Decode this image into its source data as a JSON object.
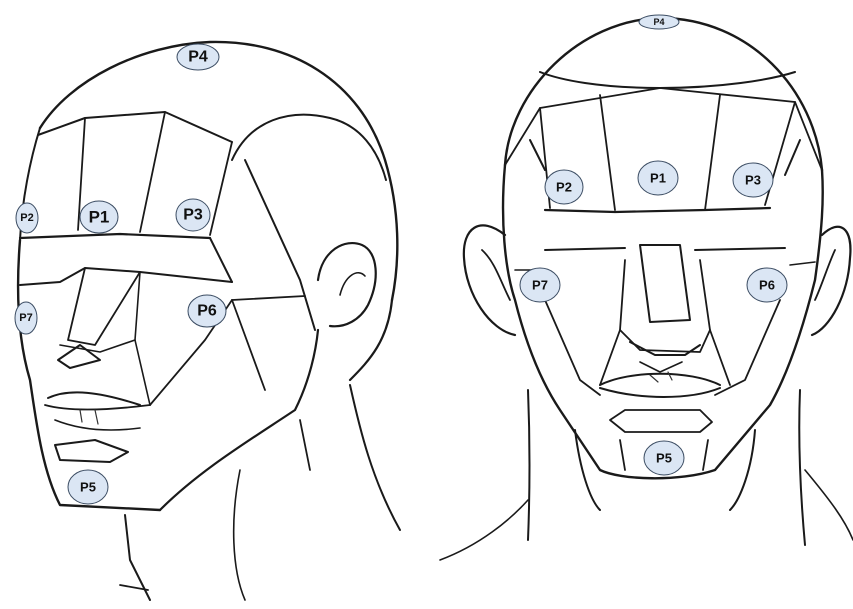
{
  "colors": {
    "background": "#ffffff",
    "line": "#1a1a1a",
    "marker_fill": "#dbe6f4",
    "marker_stroke": "#3c4d63"
  },
  "views": [
    {
      "id": "three-quarter",
      "markers": {
        "p1": "P1",
        "p2": "P2",
        "p3": "P3",
        "p4": "P4",
        "p5": "P5",
        "p6": "P6",
        "p7": "P7"
      }
    },
    {
      "id": "front",
      "markers": {
        "p1": "P1",
        "p2": "P2",
        "p3": "P3",
        "p4": "P4",
        "p5": "P5",
        "p6": "P6",
        "p7": "P7"
      }
    }
  ]
}
